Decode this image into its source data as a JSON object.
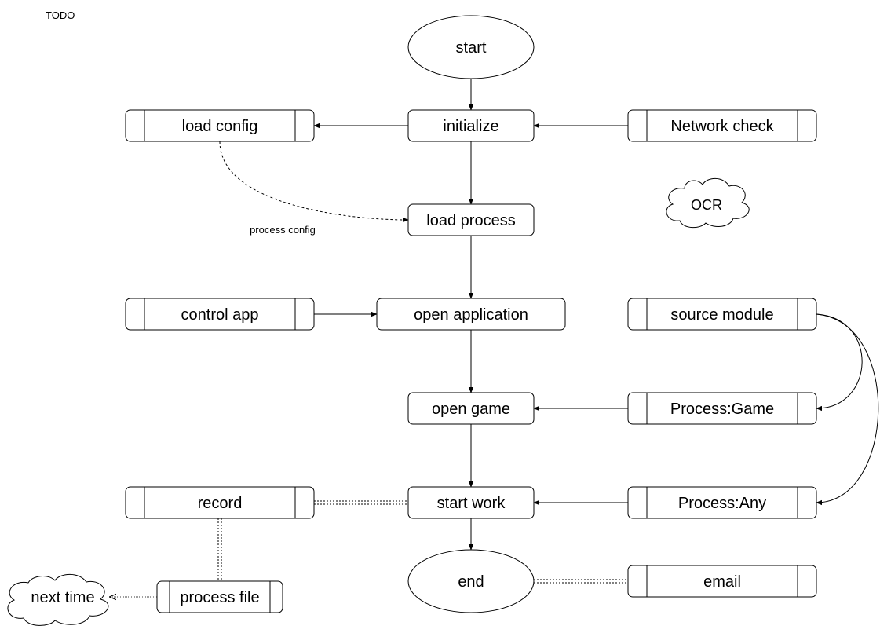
{
  "legend": {
    "todo_label": "TODO"
  },
  "nodes": {
    "start": "start",
    "initialize": "initialize",
    "load_config": "load config",
    "network_check": "Network check",
    "load_process": "load process",
    "ocr": "OCR",
    "control_app": "control app",
    "open_application": "open application",
    "source_module": "source module",
    "open_game": "open game",
    "process_game": "Process:Game",
    "record": "record",
    "start_work": "start work",
    "process_any": "Process:Any",
    "next_time": "next time",
    "process_file": "process file",
    "end": "end",
    "email": "email"
  },
  "edge_labels": {
    "process_config": "process config"
  }
}
